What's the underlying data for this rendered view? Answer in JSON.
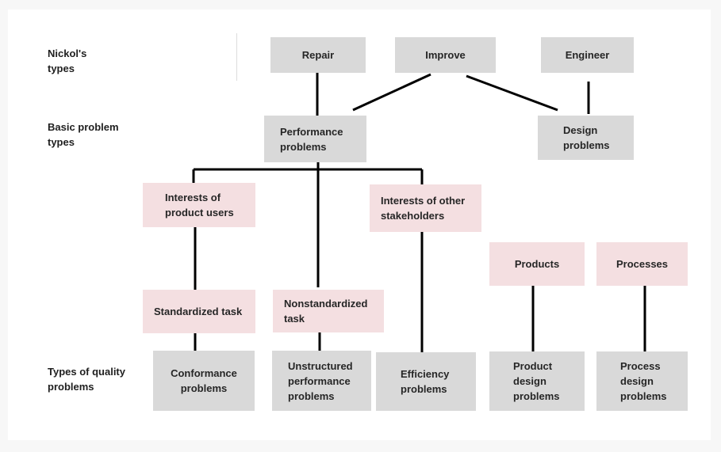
{
  "row_labels": {
    "nickols_types": "Nickol's\ntypes",
    "basic_problem_types": "Basic problem\ntypes",
    "types_of_quality_problems": "Types of quality\nproblems"
  },
  "nodes": {
    "repair": "Repair",
    "improve": "Improve",
    "engineer": "Engineer",
    "performance_problems": "Performance\nproblems",
    "design_problems": "Design\nproblems",
    "interests_product_users": "Interests of\nproduct users",
    "interests_other_stakeholders": "Interests of other\nstakeholders",
    "products": "Products",
    "processes": "Processes",
    "standardized_task": "Standardized task",
    "nonstandardized_task": "Nonstandardized\ntask",
    "conformance_problems": "Conformance\nproblems",
    "unstructured_performance_problems": "Unstructured\nperformance\nproblems",
    "efficiency_problems": "Efficiency\nproblems",
    "product_design_problems": "Product\ndesign\nproblems",
    "process_design_problems": "Process\ndesign\nproblems"
  },
  "colors": {
    "gray_box": "#d9d9d9",
    "pink_box": "#f4dfe1",
    "connector": "#000000"
  }
}
